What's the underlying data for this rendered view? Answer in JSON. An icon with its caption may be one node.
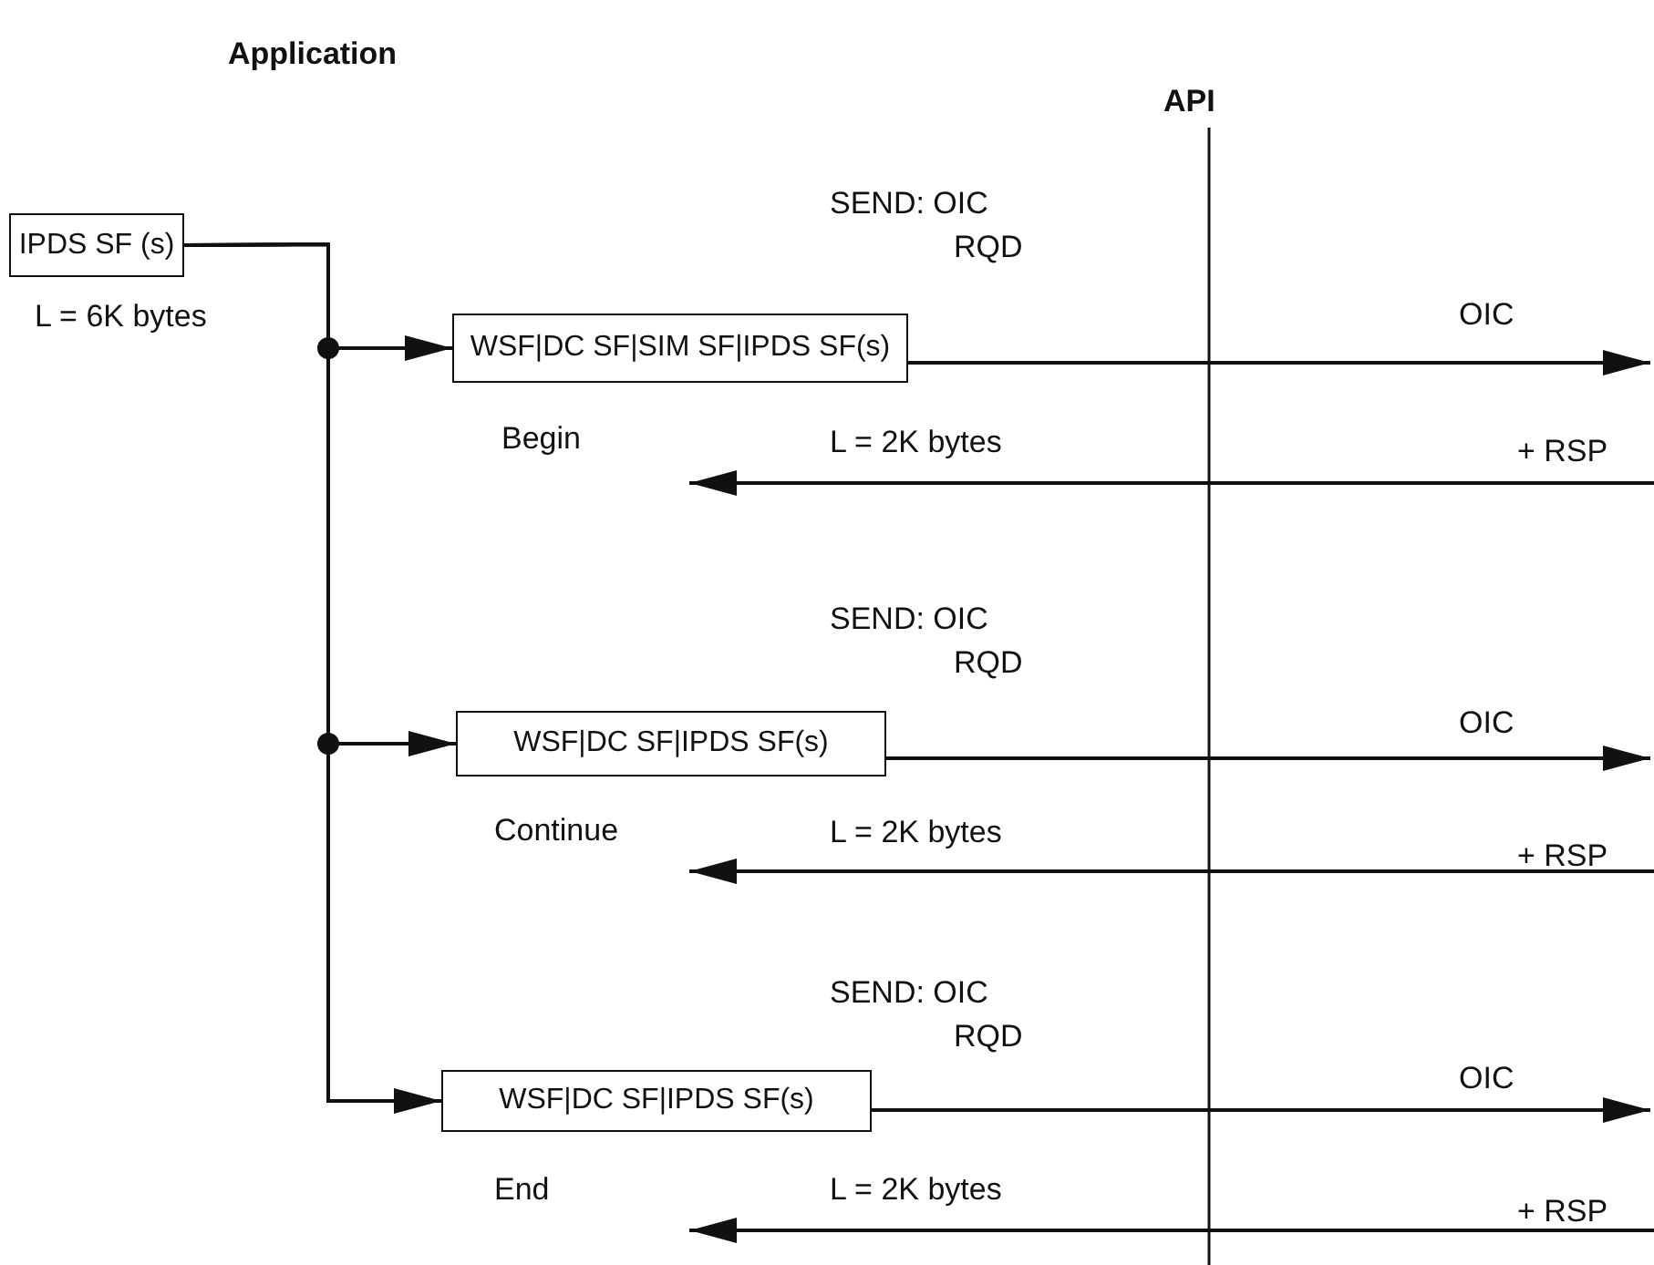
{
  "diagram": {
    "nodes": [
      {
        "text": [
          "IPDS SF (s)"
        ],
        "beside": [
          "L = 6K bytes"
        ]
      },
      {
        "text": [
          "WSF|DC SF|SIM SF|IPDS SF(s)"
        ],
        "beside": [
          "Begin"
        ]
      },
      {
        "text": [
          "WSF|DC SF|IPDS SF(s)"
        ],
        "beside": [
          "Continue"
        ]
      },
      {
        "text": [
          "WSF|DC SF|IPDS SF(s)"
        ],
        "beside": [
          "End"
        ]
      }
    ],
    "edges": [
      {
        "from": 0,
        "to": 1,
        "arrow": "to"
      },
      {
        "from": 0,
        "to": 2,
        "arrow": "to"
      },
      {
        "from": 0,
        "to": 3,
        "arrow": "to"
      },
      {
        "from": 1,
        "to": null,
        "arrow": "to",
        "label": "OIC"
      },
      {
        "from": 2,
        "to": null,
        "arrow": "to",
        "label": "OIC"
      },
      {
        "from": 3,
        "to": null,
        "arrow": "to",
        "label": "OIC"
      }
    ],
    "labels": [
      "Application",
      "API",
      "SEND: OIC RQD",
      "L = 2K bytes",
      "+ RSP",
      "SEND: OIC RQD",
      "L = 2K bytes",
      "+ RSP",
      "SEND: OIC RQD",
      "L = 2K bytes",
      "+ RSP"
    ]
  }
}
